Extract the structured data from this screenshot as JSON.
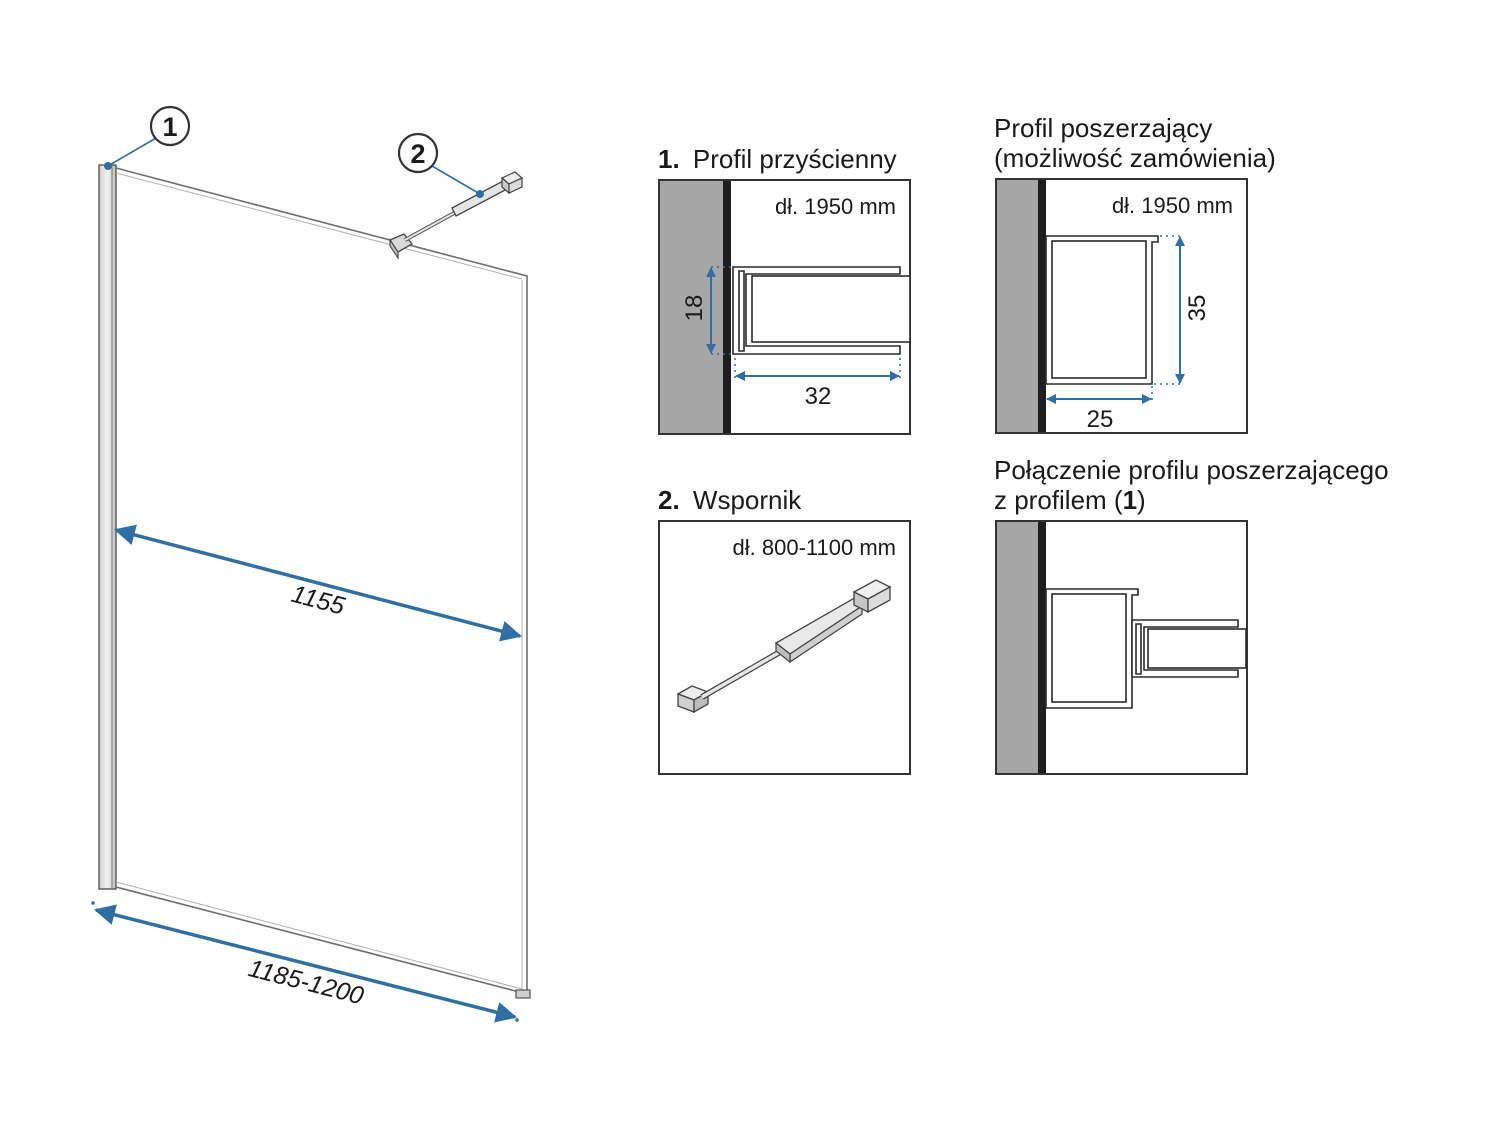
{
  "main_drawing": {
    "callout_1": "1",
    "callout_2": "2",
    "dim_width_glass": "1155",
    "dim_width_total": "1185-1200"
  },
  "panels": {
    "profile_wall": {
      "number": "1.",
      "title": "Profil przyścienny",
      "length": "dł. 1950 mm",
      "dim_height": "18",
      "dim_depth": "32"
    },
    "profile_extension": {
      "title_line1": "Profil poszerzający",
      "title_line2": "(możliwość zamówienia)",
      "length": "dł. 1950 mm",
      "dim_height": "35",
      "dim_width": "25"
    },
    "bracket": {
      "number": "2.",
      "title": "Wspornik",
      "length": "dł. 800-1100 mm"
    },
    "connection": {
      "title_line1": "Połączenie profilu poszerzającego",
      "title_line2_prefix": "z profilem (",
      "title_line2_num": "1",
      "title_line2_suffix": ")"
    }
  },
  "colors": {
    "dimension": "#2f6fa3",
    "wall": "#a6a6a6",
    "outline": "#333333"
  }
}
